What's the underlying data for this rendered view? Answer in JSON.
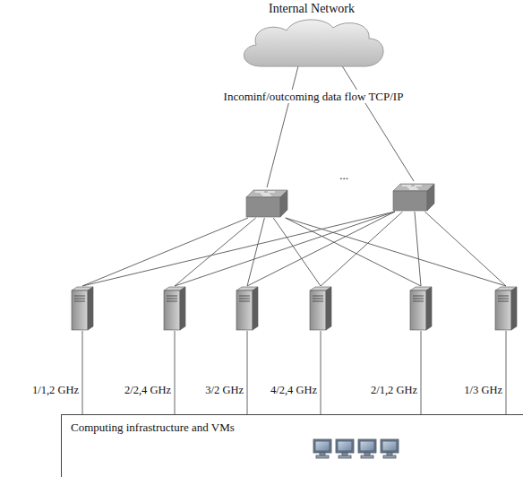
{
  "diagram": {
    "nodes": [
      {
        "text": [
          "Internal Network"
        ]
      },
      {
        "text": []
      },
      {
        "text": []
      },
      {
        "text": [
          "1/1,2 GHz"
        ]
      },
      {
        "text": [
          "2/2,4 GHz"
        ]
      },
      {
        "text": [
          "3/2 GHz"
        ]
      },
      {
        "text": [
          "4/2,4 GHz"
        ]
      },
      {
        "text": [
          "2/1,2 GHz"
        ]
      },
      {
        "text": [
          "1/3 GHz"
        ]
      },
      {
        "text": [
          "Computing infrastructure and VMs"
        ]
      }
    ],
    "edges": [
      {
        "from": 0,
        "to": 1,
        "arrow": "none"
      },
      {
        "from": 0,
        "to": 2,
        "arrow": "none"
      },
      {
        "from": 1,
        "to": 3,
        "arrow": "none"
      },
      {
        "from": 1,
        "to": 4,
        "arrow": "none"
      },
      {
        "from": 1,
        "to": 5,
        "arrow": "none"
      },
      {
        "from": 1,
        "to": 6,
        "arrow": "none"
      },
      {
        "from": 1,
        "to": 7,
        "arrow": "none"
      },
      {
        "from": 1,
        "to": 8,
        "arrow": "none"
      },
      {
        "from": 2,
        "to": 3,
        "arrow": "none"
      },
      {
        "from": 2,
        "to": 4,
        "arrow": "none"
      },
      {
        "from": 2,
        "to": 5,
        "arrow": "none"
      },
      {
        "from": 2,
        "to": 6,
        "arrow": "none"
      },
      {
        "from": 2,
        "to": 7,
        "arrow": "none"
      },
      {
        "from": 2,
        "to": 8,
        "arrow": "none"
      },
      {
        "from": 3,
        "to": 9,
        "arrow": "none"
      },
      {
        "from": 4,
        "to": 9,
        "arrow": "none"
      },
      {
        "from": 5,
        "to": 9,
        "arrow": "none"
      },
      {
        "from": 6,
        "to": 9,
        "arrow": "none"
      },
      {
        "from": 7,
        "to": 9,
        "arrow": "none"
      },
      {
        "from": 8,
        "to": 9,
        "arrow": "none"
      }
    ],
    "labels": [
      "Incominf/outcoming data flow TCP/IP",
      "..."
    ]
  }
}
